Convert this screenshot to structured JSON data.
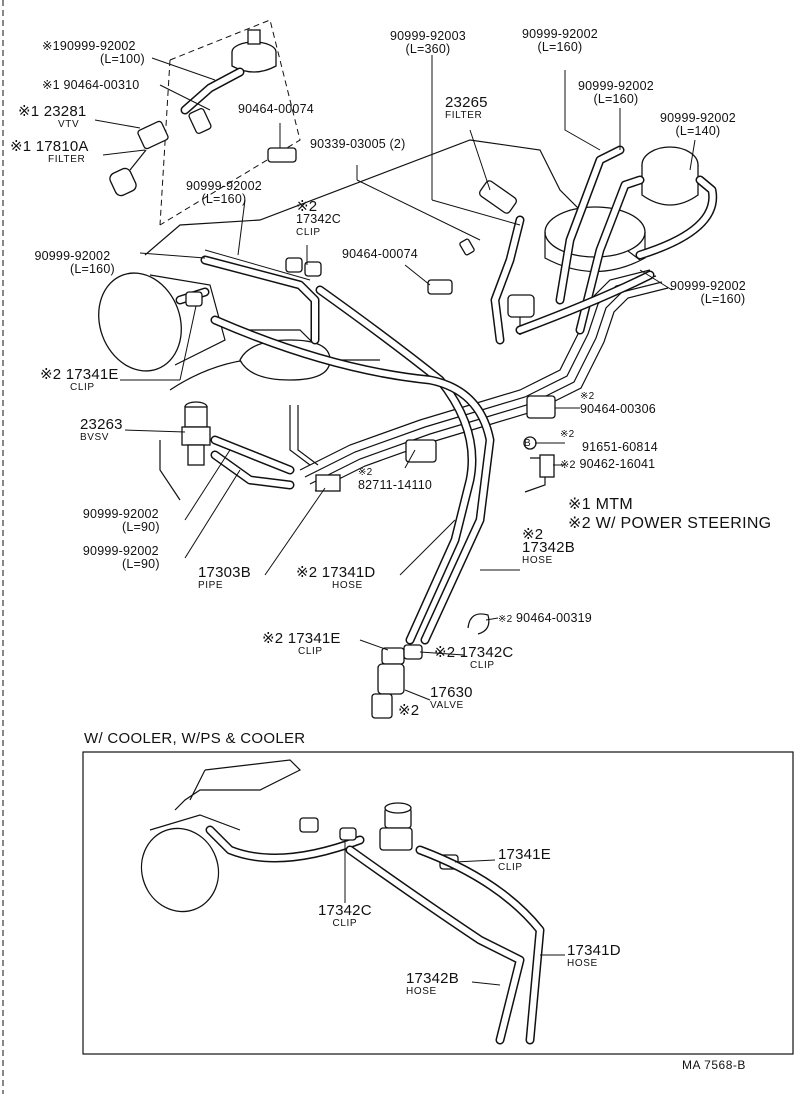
{
  "labels": {
    "p90999_92002_l100": {
      "mark": "※1",
      "number": "90999-92002",
      "sub": "(L=100)"
    },
    "p90464_00310": {
      "mark": "※1",
      "number": "90464-00310"
    },
    "p23281": {
      "mark": "※1",
      "number": "23281",
      "sub": "VTV"
    },
    "p17810A": {
      "mark": "※1",
      "number": "17810A",
      "sub": "FILTER"
    },
    "p90464_00074_top": {
      "number": "90464-00074"
    },
    "p90339_03005": {
      "number": "90339-03005 (2)"
    },
    "p90999_92003": {
      "number": "90999-92003",
      "sub": "(L=360)"
    },
    "p23265": {
      "number": "23265",
      "sub": "FILTER"
    },
    "p90999_92002_l160_tr1": {
      "number": "90999-92002",
      "sub": "(L=160)"
    },
    "p90999_92002_l160_tr2": {
      "number": "90999-92002",
      "sub": "(L=160)"
    },
    "p90999_92002_l140": {
      "number": "90999-92002",
      "sub": "(L=140)"
    },
    "p90999_92002_l160_mid": {
      "number": "90999-92002",
      "sub": "(L=160)"
    },
    "p17342C_top": {
      "mark": "※2",
      "number": "17342C",
      "sub": "CLIP"
    },
    "p90999_92002_l160_left": {
      "number": "90999-92002",
      "sub": "(L=160)"
    },
    "p90464_00074_mid": {
      "number": "90464-00074"
    },
    "p90999_92002_l160_right": {
      "number": "90999-92002",
      "sub": "(L=160)"
    },
    "p17341E_left": {
      "mark": "※2",
      "number": "17341E",
      "sub": "CLIP"
    },
    "p23263": {
      "number": "23263",
      "sub": "BVSV"
    },
    "p90464_00306": {
      "mark": "※2",
      "number": "90464-00306"
    },
    "p91651_60814": {
      "mark": "※2",
      "number": "91651-60814",
      "bolt": "B"
    },
    "p90462_16041": {
      "mark": "※2",
      "number": "90462-16041"
    },
    "p82711_14110": {
      "mark": "※2",
      "number": "82711-14110"
    },
    "p90999_92002_l90a": {
      "number": "90999-92002",
      "sub": "(L=90)"
    },
    "p90999_92002_l90b": {
      "number": "90999-92002",
      "sub": "(L=90)"
    },
    "p17303B": {
      "number": "17303B",
      "sub": "PIPE"
    },
    "p17341D": {
      "mark": "※2",
      "number": "17341D",
      "sub": "HOSE"
    },
    "p17342B": {
      "mark": "※2",
      "number": "17342B",
      "sub": "HOSE"
    },
    "p90464_00319": {
      "mark": "※2",
      "number": "90464-00319"
    },
    "p17341E_bottom": {
      "mark": "※2",
      "number": "17341E",
      "sub": "CLIP"
    },
    "p17342C_bottom": {
      "mark": "※2",
      "number": "17342C",
      "sub": "CLIP"
    },
    "p17630": {
      "mark": "※2",
      "number": "17630",
      "sub": "VALVE"
    }
  },
  "legend": {
    "mtm": "※1 MTM",
    "ps": "※2 W/ POWER STEERING"
  },
  "inset": {
    "title": "W/ COOLER, W/PS & COOLER",
    "p17341E": {
      "number": "17341E",
      "sub": "CLIP"
    },
    "p17342C": {
      "number": "17342C",
      "sub": "CLIP"
    },
    "p17341D": {
      "number": "17341D",
      "sub": "HOSE"
    },
    "p17342B": {
      "number": "17342B",
      "sub": "HOSE"
    }
  },
  "figure_code": "MA  7568-B"
}
